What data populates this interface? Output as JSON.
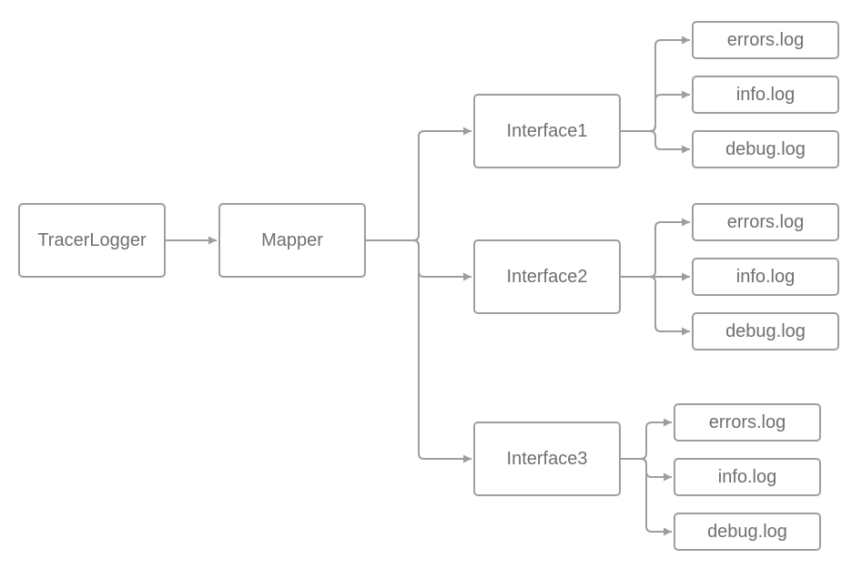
{
  "colors": {
    "stroke": "#9e9e9e",
    "text": "#6f6f6f",
    "background": "#ffffff"
  },
  "nodes": {
    "tracer_logger": "TracerLogger",
    "mapper": "Mapper",
    "interfaces": [
      {
        "label": "Interface1",
        "logs": [
          "errors.log",
          "info.log",
          "debug.log"
        ]
      },
      {
        "label": "Interface2",
        "logs": [
          "errors.log",
          "info.log",
          "debug.log"
        ]
      },
      {
        "label": "Interface3",
        "logs": [
          "errors.log",
          "info.log",
          "debug.log"
        ]
      }
    ]
  },
  "edges": [
    [
      "TracerLogger",
      "Mapper"
    ],
    [
      "Mapper",
      "Interface1"
    ],
    [
      "Mapper",
      "Interface2"
    ],
    [
      "Mapper",
      "Interface3"
    ],
    [
      "Interface1",
      "errors.log"
    ],
    [
      "Interface1",
      "info.log"
    ],
    [
      "Interface1",
      "debug.log"
    ],
    [
      "Interface2",
      "errors.log"
    ],
    [
      "Interface2",
      "info.log"
    ],
    [
      "Interface2",
      "debug.log"
    ],
    [
      "Interface3",
      "errors.log"
    ],
    [
      "Interface3",
      "info.log"
    ],
    [
      "Interface3",
      "debug.log"
    ]
  ]
}
